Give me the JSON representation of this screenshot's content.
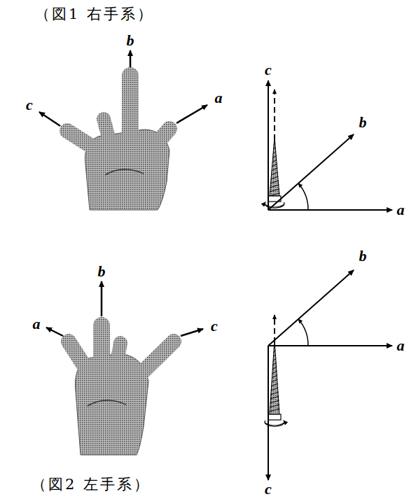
{
  "diagram": {
    "labels": [
      "（図1 右手系）",
      "b",
      "c",
      "a",
      "c",
      "b",
      "a",
      "b",
      "a",
      "c",
      "b",
      "a",
      "c",
      "（図2 左手系）"
    ]
  }
}
